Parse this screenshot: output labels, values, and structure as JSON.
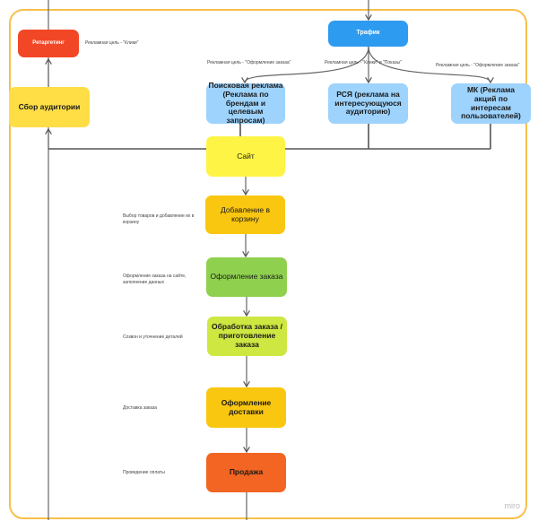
{
  "nodes": {
    "retargeting": "Ретаргетинг",
    "traffic": "Трафик",
    "audience": "Сбор аудитории",
    "search": "Поисковая реклама (Реклама по брендам и целевым запросам)",
    "rsya": "РСЯ (реклама на интересующуюся аудиторию)",
    "mk": "МК (Реклама акций по интересам пользователей)",
    "site": "Сайт",
    "cart": "Добавление в корзину",
    "checkout": "Оформление заказа",
    "processing": "Обработка заказа / приготовление заказа",
    "delivery": "Оформление доставки",
    "sale": "Продажа"
  },
  "notes": {
    "retargeting_goal": "Рекламная цель - \"Клики\"",
    "search_goal": "Рекламная цель - \"Оформление заказа\"",
    "rsya_goal": "Рекламная цель - \"Клики\" и \"Показы\"",
    "mk_goal": "Рекламная цель - \"Оформление заказа\"",
    "cart_note": "Выбор товаров и добавление их в корзину",
    "checkout_note": "Оформление заказа на сайте, заполнение данных",
    "processing_note": "Созвон и уточнение деталей",
    "delivery_note": "Доставка заказа",
    "sale_note": "Проведение оплаты"
  },
  "watermark": "miro",
  "colors": {
    "frame": "#f7c04a",
    "red": "#f24726",
    "blue": "#2d9bf0",
    "lightblue": "#9dd3fd",
    "yellow": "#fef445",
    "gold": "#fac710",
    "green": "#8fd14f",
    "lime": "#cee741",
    "orange": "#f26522"
  }
}
